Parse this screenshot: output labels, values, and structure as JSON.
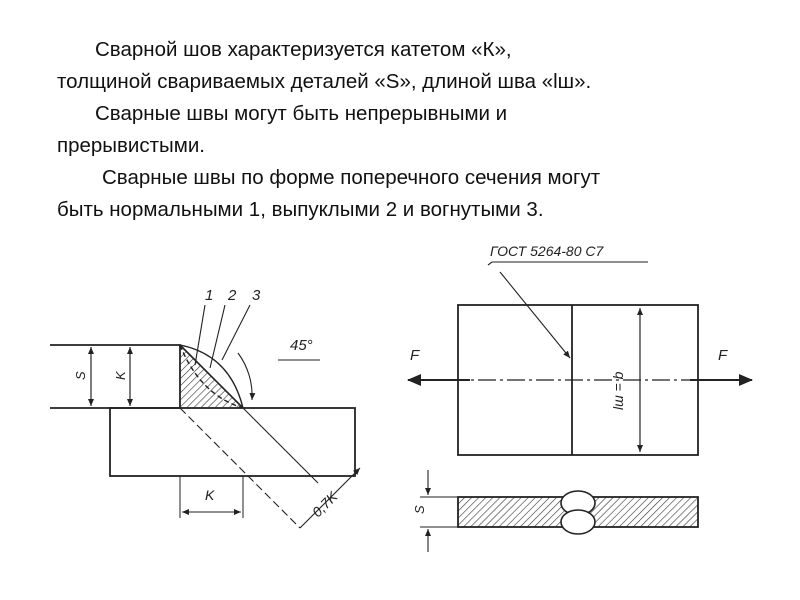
{
  "text": {
    "p1_line1": "Сварной шов характеризуется катетом «К»,",
    "p1_line2": "толщиной свариваемых деталей «S», длиной шва «lш».",
    "p2_line1": "Сварные швы могут быть непрерывными и",
    "p2_line2": "прерывистыми.",
    "p3_line1": "Сварные швы по форме поперечного сечения могут",
    "p3_line2": "быть нормальными 1, выпуклыми 2 и вогнутыми 3."
  },
  "left_figure": {
    "label_1": "1",
    "label_2": "2",
    "label_3": "3",
    "angle_label": "45°",
    "s_label": "S",
    "k_label_vertical": "K",
    "k_label_bottom": "K",
    "throat_label": "0,7K"
  },
  "right_figure": {
    "standard_label": "ГОСТ 5264-80  С7",
    "force_left": "F",
    "force_right": "F",
    "length_label": "lш = b",
    "s_label": "S"
  }
}
